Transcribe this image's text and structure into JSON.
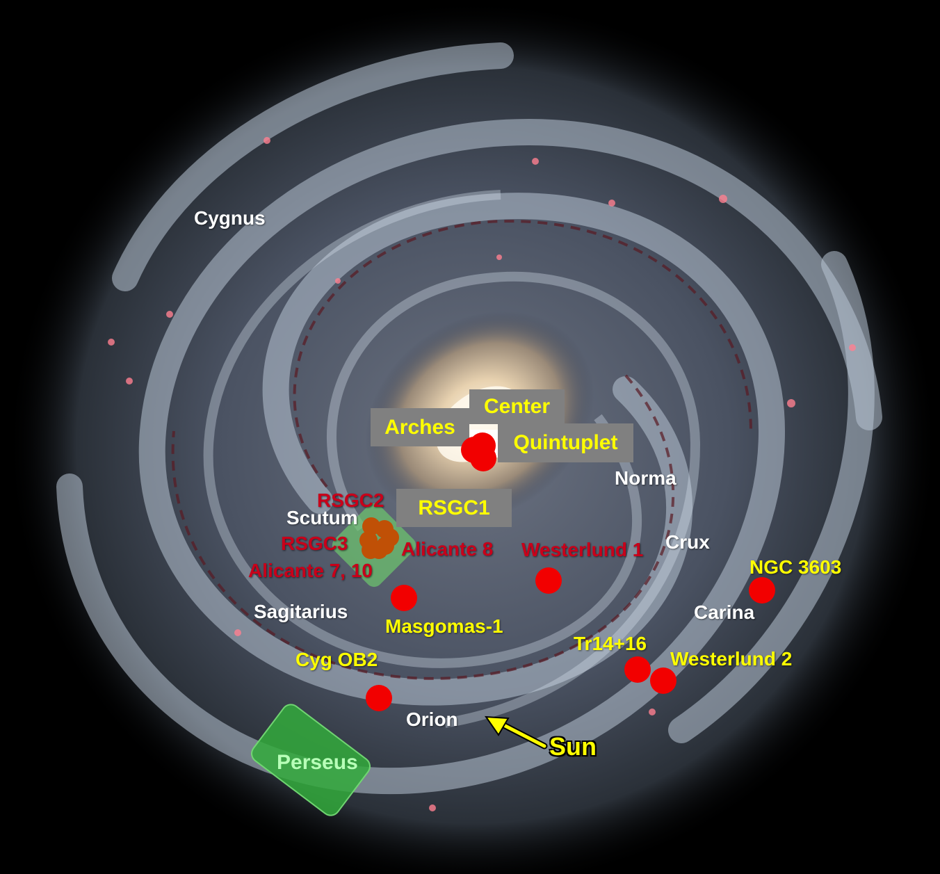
{
  "colors": {
    "region_label": "#ffffff",
    "cluster_red": "#c8001a",
    "cluster_yellow": "#ffff00",
    "marker": "#f20000",
    "rsgc_marker": "#c05006",
    "box_fill": "#808080",
    "perseus_fill": "#32aa3c",
    "background": "#000000"
  },
  "regions": {
    "cygnus": "Cygnus",
    "norma": "Norma",
    "scutum": "Scutum",
    "crux": "Crux",
    "sagitarius": "Sagitarius",
    "carina": "Carina",
    "orion": "Orion",
    "perseus": "Perseus"
  },
  "clusters": {
    "center": "Center",
    "arches": "Arches",
    "quintuplet": "Quintuplet",
    "rsgc1": "RSGC1",
    "rsgc2": "RSGC2",
    "rsgc3": "RSGC3",
    "alicante_8": "Alicante 8",
    "alicante_7_10": "Alicante 7, 10",
    "westerlund_1": "Westerlund 1",
    "ngc_3603": "NGC 3603",
    "masgomas_1": "Masgomas-1",
    "tr14_16": "Tr14+16",
    "westerlund_2": "Westerlund 2",
    "cyg_ob2": "Cyg OB2"
  },
  "sun": {
    "label": "Sun",
    "icon": "arrow-icon"
  }
}
